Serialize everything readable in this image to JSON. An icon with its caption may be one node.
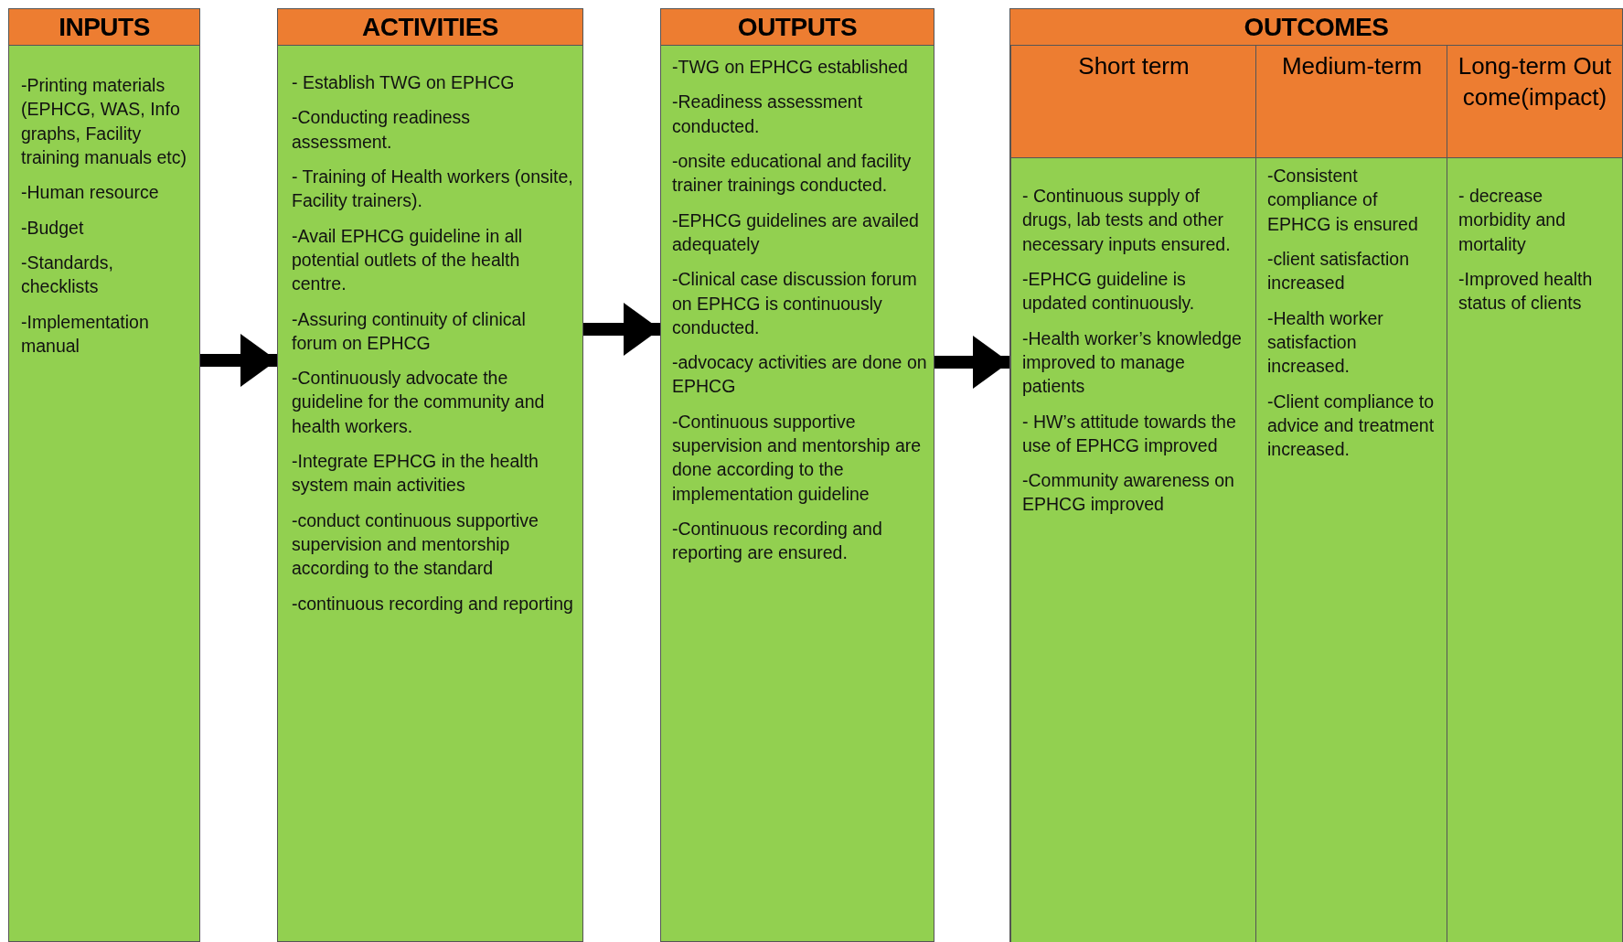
{
  "diagram": {
    "nodes": [
      {
        "text": [
          "INPUTS",
          "-Printing materials (EPHCG, WAS, Info graphs, Facility training manuals etc)",
          "-Human resource",
          "-Budget",
          "-Standards, checklists",
          "-Implementation manual"
        ]
      },
      {
        "text": [
          "ACTIVITIES",
          "- Establish TWG on EPHCG",
          "-Conducting readiness assessment.",
          "- Training of Health workers (onsite, Facility trainers).",
          "-Avail EPHCG guideline in all potential outlets of the health centre.",
          "-Assuring continuity of clinical forum on EPHCG",
          "-Continuously advocate the guideline for the community and health workers.",
          "-Integrate EPHCG in the health system main activities",
          "-conduct continuous supportive supervision and mentorship according to the standard",
          "-continuous recording and reporting"
        ]
      },
      {
        "text": [
          "OUTPUTS",
          "-TWG on EPHCG established",
          "-Readiness assessment conducted.",
          "-onsite educational and facility trainer trainings conducted.",
          "-EPHCG guidelines are availed adequately",
          "-Clinical case discussion forum on EPHCG is continuously conducted.",
          "-advocacy activities are done on EPHCG",
          "-Continuous supportive supervision and mentorship are done according to the implementation guideline",
          "-Continuous recording and reporting are ensured."
        ]
      },
      {
        "text": [
          "OUTCOMES"
        ]
      },
      {
        "text": [
          "Short term",
          "- Continuous supply of drugs, lab tests and other necessary inputs ensured.",
          "-EPHCG guideline is updated continuously.",
          "-Health worker’s knowledge improved to manage patients",
          "- HW’s attitude towards the use of EPHCG improved",
          "-Community awareness on EPHCG improved"
        ],
        "in": 3
      },
      {
        "text": [
          "Medium-term",
          "-Consistent compliance of EPHCG is ensured",
          "-client satisfaction increased",
          "-Health worker satisfaction increased.",
          "-Client compliance to advice and treatment increased."
        ],
        "in": 3
      },
      {
        "text": [
          "Long-term Outcome(impact)",
          "- decrease morbidity and mortality",
          "-Improved health status of clients"
        ],
        "in": 3
      }
    ],
    "edges": [
      {
        "from": 0,
        "to": 1,
        "arrow": "to"
      },
      {
        "from": 1,
        "to": 2,
        "arrow": "to"
      },
      {
        "from": 2,
        "to": 3,
        "arrow": "to"
      }
    ]
  }
}
